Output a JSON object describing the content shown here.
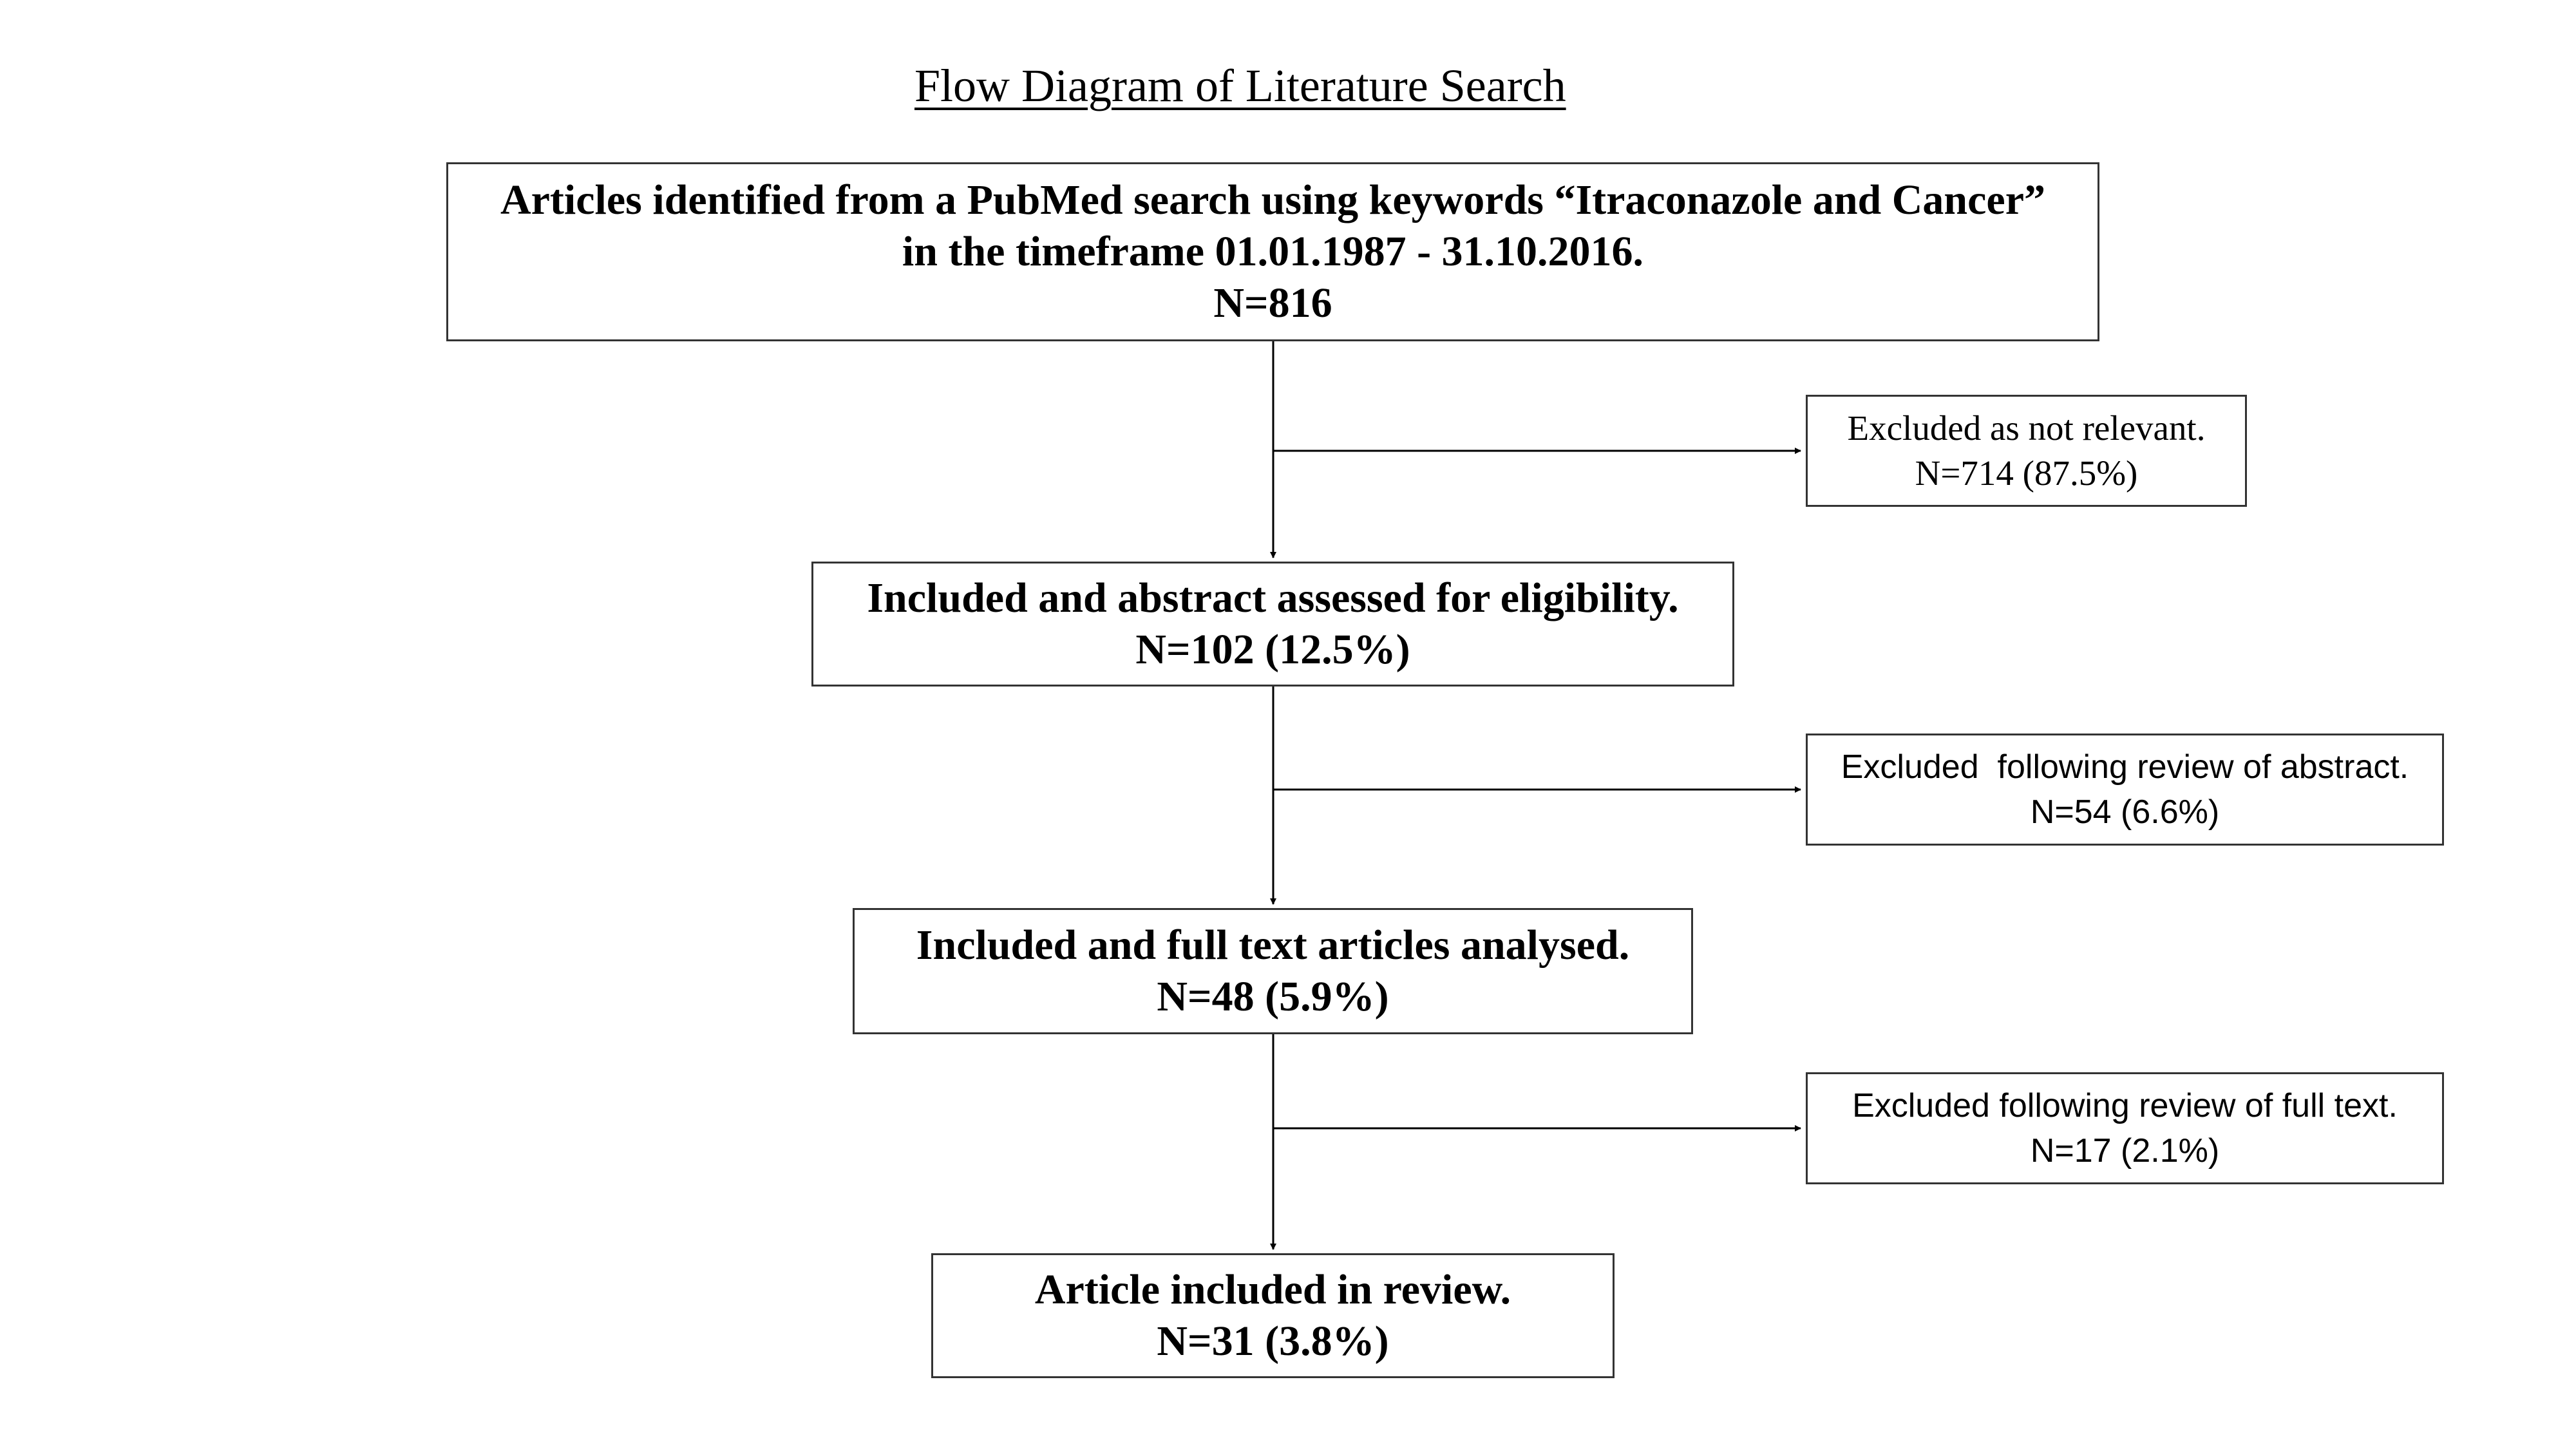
{
  "title": "Flow Diagram of Literature Search",
  "nodes": {
    "identified": {
      "line1": "Articles identified from a PubMed search using keywords “Itraconazole and Cancer”",
      "line2": "in the timeframe 01.01.1987 - 31.10.2016.",
      "count": "N=816"
    },
    "excluded_not_relevant": {
      "line1": "Excluded as not relevant.",
      "count": "N=714 (87.5%)"
    },
    "abstract_assessed": {
      "line1": "Included and abstract assessed for eligibility.",
      "count": "N=102 (12.5%)"
    },
    "excluded_abstract": {
      "line1": "Excluded  following review of abstract.",
      "count": "N=54 (6.6%)"
    },
    "full_text": {
      "line1": "Included and full text articles analysed.",
      "count": "N=48 (5.9%)"
    },
    "excluded_full_text": {
      "line1": "Excluded following review of full text.",
      "count": "N=17 (2.1%)"
    },
    "included_review": {
      "line1": "Article included in review.",
      "count": "N=31 (3.8%)"
    }
  }
}
